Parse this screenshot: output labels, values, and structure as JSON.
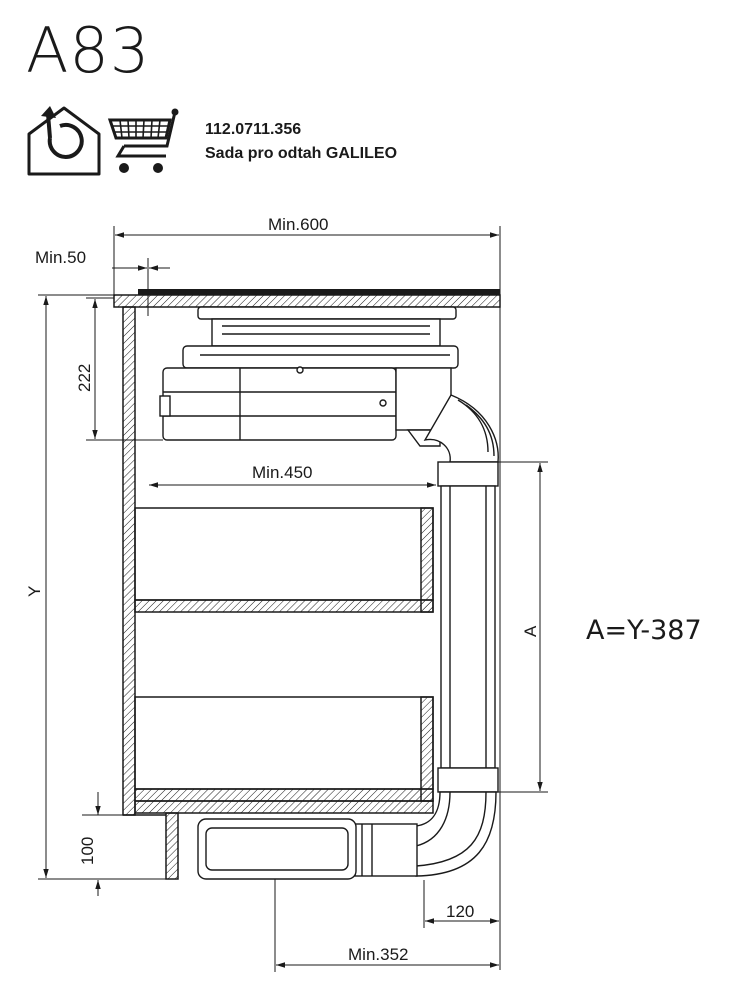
{
  "header": {
    "code": "A83",
    "icons": [
      "recirculation-house-icon",
      "shopping-cart-icon"
    ],
    "product_number": "112.0711.356",
    "product_name": "Sada pro odtah GALILEO"
  },
  "dimensions": {
    "min_600": "Min.600",
    "min_50": "Min.50",
    "d_222": "222",
    "min_450": "Min.450",
    "y": "Y",
    "a": "A",
    "d_100": "100",
    "d_120": "120",
    "min_352": "Min.352"
  },
  "formula": "A=Y-387"
}
